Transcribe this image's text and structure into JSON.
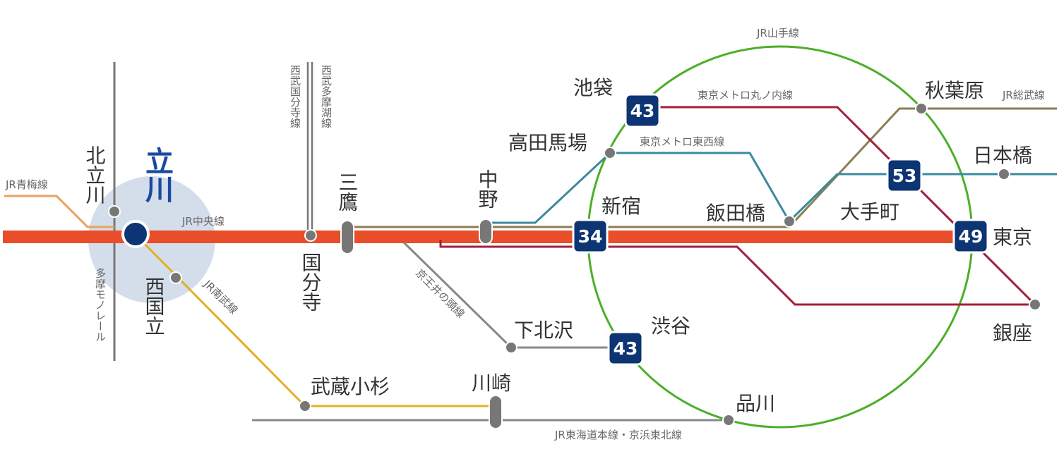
{
  "colors": {
    "chuo": "#e84e2a",
    "yamanote": "#4caf2a",
    "marunouchi": "#a31f3a",
    "tozai": "#3a8aa0",
    "olive": "#8c7d52",
    "nambu": "#e2b025",
    "ome": "#e9a060",
    "gray": "#888888",
    "monorail": "#777777",
    "badge": "#0d3473",
    "highlight": "#d4deeb",
    "main_station": "#0d3473"
  },
  "main_station": {
    "name": "立川"
  },
  "stations": {
    "kitatachikawa": "北立川",
    "nishikunitachi": "西国立",
    "kokubunji": "国分寺",
    "mitaka": "三鷹",
    "nakano": "中野",
    "ikebukuro": "池袋",
    "takadanobaba": "高田馬場",
    "shinjuku": "新宿",
    "iidabashi": "飯田橋",
    "akihabara": "秋葉原",
    "nihonbashi": "日本橋",
    "otemachi": "大手町",
    "tokyo": "東京",
    "ginza": "銀座",
    "shibuya": "渋谷",
    "shimokitazawa": "下北沢",
    "musashikosugi": "武蔵小杉",
    "kawasaki": "川崎",
    "shinagawa": "品川"
  },
  "lines": {
    "ome": "JR青梅線",
    "chuo": "JR中央線",
    "nambu": "JR南武線",
    "monorail": "多摩モノレール",
    "seibu_kokubunji": "西武国分寺線",
    "seibu_tamako": "西武多摩湖線",
    "keio_inokashira": "京王井の頭線",
    "yamanote": "JR山手線",
    "marunouchi": "東京メトロ丸ノ内線",
    "tozai": "東京メトロ東西線",
    "sobu": "JR総武線",
    "tokaido": "JR東海道本線・京浜東北線"
  },
  "badges": {
    "ikebukuro": "43",
    "shinjuku": "34",
    "shibuya": "43",
    "otemachi": "53",
    "tokyo": "49"
  }
}
